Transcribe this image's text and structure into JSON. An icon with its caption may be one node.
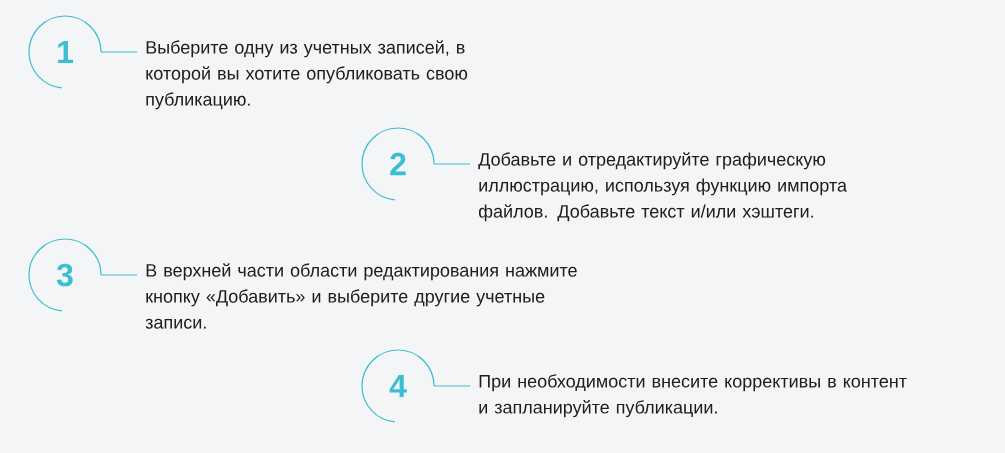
{
  "diagram": {
    "nodes": [
      {
        "text": [
          "1",
          "Выберите одну из учетных записей, в которой вы хотите опубликовать свою публикацию."
        ]
      },
      {
        "text": [
          "2",
          "Добавьте и отредактируйте графическую иллюстрацию, используя функцию импорта файлов. Добавьте текст и/или хэштеги."
        ]
      },
      {
        "text": [
          "3",
          "В верхней части области редактирования нажмите кнопку «Добавить» и выберите другие учетные записи."
        ]
      },
      {
        "text": [
          "4",
          "При необходимости внесите коррективы в контент и запланируйте публикации."
        ]
      }
    ]
  }
}
